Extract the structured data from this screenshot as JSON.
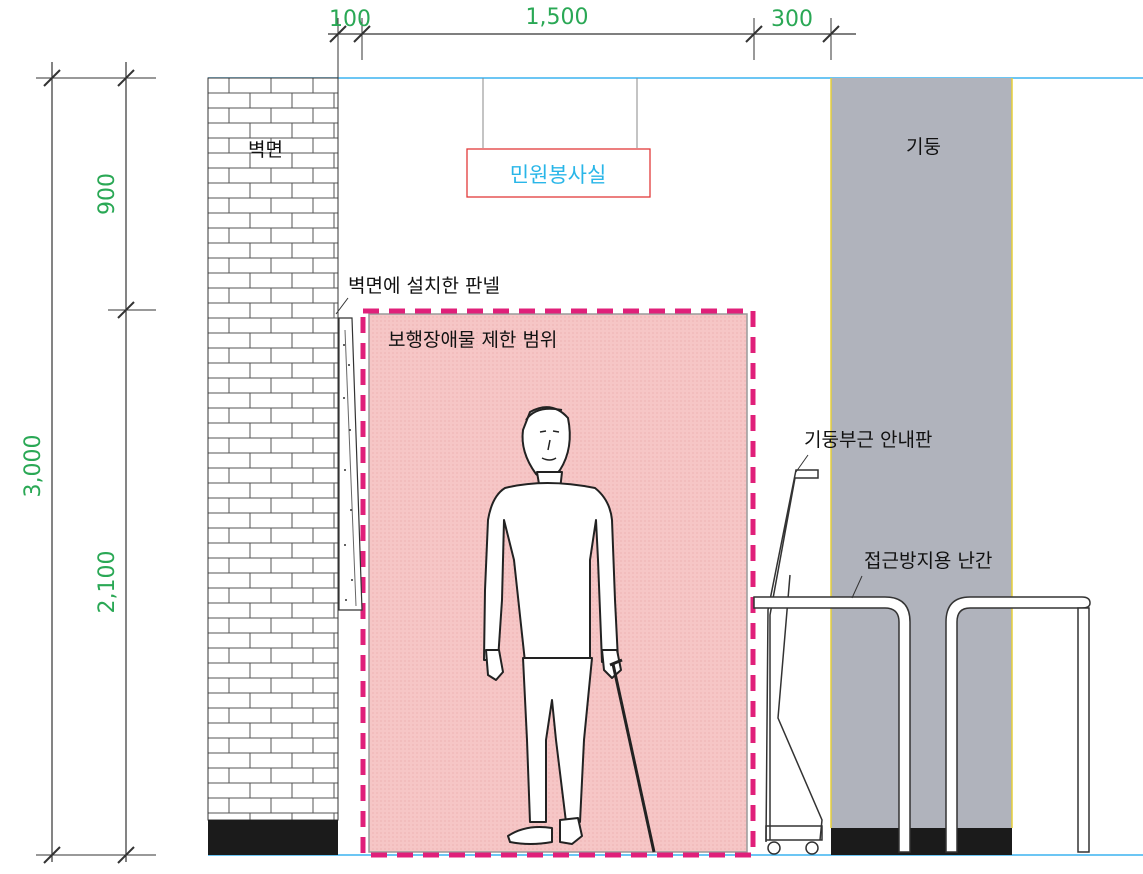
{
  "dimensions": {
    "top": {
      "left_margin": "100",
      "span": "1,500",
      "right_margin": "300"
    },
    "side": {
      "total": "3,000",
      "upper": "900",
      "lower": "2,100"
    }
  },
  "labels": {
    "wall": "벽면",
    "column": "기둥",
    "sign": "민원봉사실",
    "wall_panel": "벽면에 설치한 판넬",
    "restricted_zone": "보행장애물 제한 범위",
    "column_sign": "기둥부근 안내판",
    "railing": "접근방지용 난간"
  },
  "colors": {
    "dimension_text": "#2aa855",
    "sign_text": "#29b6e8",
    "sign_border": "#e23a3a",
    "zone_border": "#e0207a",
    "zone_fill": "#f5c4c4",
    "column_fill": "#b0b3bc",
    "floor_line": "#3cb4f0"
  },
  "icons": [
    "brick-wall-hatch",
    "person-with-cane-icon",
    "sign-stand-icon",
    "railing-icon"
  ]
}
